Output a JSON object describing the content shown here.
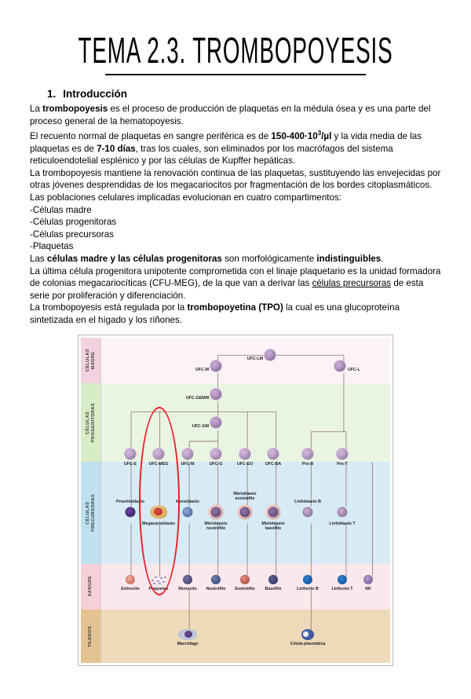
{
  "document": {
    "title": "TEMA 2.3. TROMBOPOYESIS",
    "section": {
      "number": "1.",
      "heading": "Introducción"
    },
    "paragraphs": [
      "La trombopoyesis es el proceso de producción de plaquetas en la médula ósea y es una parte del proceso general de la hematopoyesis.",
      "El recuento normal de plaquetas en sangre periférica es de 150-400·10³/µl y la vida media de las plaquetas es de 7-10 días, tras los cuales, son eliminados por los macrófagos del sistema reticuloendotelial esplénico y por las células de Kupffer hepáticas.",
      "La trombopoyesis mantiene la renovación continua de las plaquetas, sustituyendo las envejecidas por otras jóvenes desprendidas de los megacariocitos por fragmentación de los bordes citoplasmáticos.",
      "Las poblaciones celulares implicadas evolucionan en cuatro compartimentos:",
      "-Células madre",
      "-Células progenitoras",
      "-Células precursoras",
      "-Plaquetas",
      "Las células madre y las células progenitoras son morfológicamente indistinguibles.",
      "La última célula progenitora unipotente comprometida con el linaje plaquetario es la unidad formadora de colonias megacariocíticas (CFU-MEG), de la que van a derivar las células precursoras de esta serie por proliferación y diferenciación.",
      "La trombopoyesis está regulada por la trombopoyetina (TPO) la cual es una glucoproteína sintetizada en el hígado y los riñones."
    ]
  },
  "diagram": {
    "bands": [
      {
        "id": "madre",
        "label": "CÉLULAS\nMADRE",
        "side_color": "#f2d2e0",
        "main_color": "#fdf3f7"
      },
      {
        "id": "progenitoras",
        "label": "CÉLULAS\nPROGENITORAS",
        "side_color": "#d8ecc8",
        "main_color": "#eaf4e2"
      },
      {
        "id": "precursoras",
        "label": "CÉLULAS\nPRECURSORAS",
        "side_color": "#bfe0f0",
        "main_color": "#d7ebf7"
      },
      {
        "id": "sangre",
        "label": "SANGRE",
        "side_color": "#f6cfd8",
        "main_color": "#fbe8ec"
      },
      {
        "id": "tejidos",
        "label": "TEJIDOS",
        "side_color": "#e3c391",
        "main_color": "#eeda b8"
      }
    ],
    "stem_cells": [
      {
        "label": "UFC-M",
        "label_side": "left"
      },
      {
        "label": "UFC-LM",
        "label_side": "left"
      },
      {
        "label": "UFC-L",
        "label_side": "right"
      }
    ],
    "progenitors_upper": [
      {
        "label": "UFC-GEMM"
      },
      {
        "label": "UFC-GM"
      }
    ],
    "progenitors": [
      "UFC-E",
      "UFC-MEG",
      "UFC-M",
      "UFC-G",
      "UFC-EO",
      "UFC-BA",
      "Pro-B",
      "Pro-T"
    ],
    "precursors": [
      "Proeritoblasto",
      "Megacarioblasto",
      "Monoblasto",
      "Mieloblasto neutrófilo",
      "Mieloblasto eosinófilo",
      "Mieloblasto basófilo",
      "Linfoblasto B",
      "Linfoblasto T"
    ],
    "blood": [
      "Eritrocito",
      "Plaquetas",
      "Monocito",
      "Neutrófilo",
      "Eosinófilo",
      "Basófilo",
      "Linfocito B",
      "Linfocito T",
      "NK"
    ],
    "tissues": [
      "Macrófago",
      "Célula plasmática"
    ],
    "annotation": {
      "name": "red-ellipse-highlight",
      "color": "#ec1c24"
    }
  }
}
